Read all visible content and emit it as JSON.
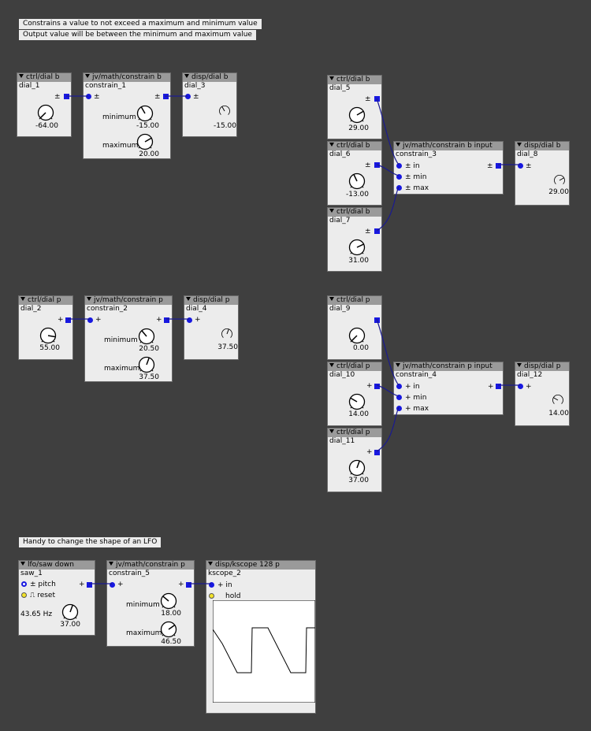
{
  "comments": {
    "top_line1": "Constrains a value to not exceed a maximum and minimum value",
    "top_line2": "Output value will be between the minimum and maximum value",
    "lfo": "Handy to change the shape of an LFO"
  },
  "objects": {
    "dial_1": {
      "type": "ctrl/dial b",
      "name": "dial_1",
      "value": "-64.00"
    },
    "constrain_1": {
      "type": "jv/math/constrain b",
      "name": "constrain_1",
      "minimum": "-15.00",
      "maximum": "20.00"
    },
    "dial_3": {
      "type": "disp/dial b",
      "name": "dial_3",
      "value": "-15.00"
    },
    "dial_5": {
      "type": "ctrl/dial b",
      "name": "dial_5",
      "value": "29.00"
    },
    "dial_6": {
      "type": "ctrl/dial b",
      "name": "dial_6",
      "value": "-13.00"
    },
    "dial_7": {
      "type": "ctrl/dial b",
      "name": "dial_7",
      "value": "31.00"
    },
    "constrain_3": {
      "type": "jv/math/constrain b input",
      "name": "constrain_3"
    },
    "dial_8": {
      "type": "disp/dial b",
      "name": "dial_8",
      "value": "29.00"
    },
    "dial_2": {
      "type": "ctrl/dial p",
      "name": "dial_2",
      "value": "55.00"
    },
    "constrain_2": {
      "type": "jv/math/constrain p",
      "name": "constrain_2",
      "minimum": "20.50",
      "maximum": "37.50"
    },
    "dial_4": {
      "type": "disp/dial p",
      "name": "dial_4",
      "value": "37.50"
    },
    "dial_9": {
      "type": "ctrl/dial p",
      "name": "dial_9",
      "value": "0.00"
    },
    "dial_10": {
      "type": "ctrl/dial p",
      "name": "dial_10",
      "value": "14.00"
    },
    "dial_11": {
      "type": "ctrl/dial p",
      "name": "dial_11",
      "value": "37.00"
    },
    "constrain_4": {
      "type": "jv/math/constrain p input",
      "name": "constrain_4"
    },
    "dial_12": {
      "type": "disp/dial p",
      "name": "dial_12",
      "value": "14.00"
    },
    "saw_1": {
      "type": "lfo/saw down",
      "name": "saw_1",
      "pitch": "pitch",
      "reset": "reset",
      "freq": "43.65 Hz",
      "value": "37.00"
    },
    "constrain_5": {
      "type": "jv/math/constrain p",
      "name": "constrain_5",
      "minimum": "18.00",
      "maximum": "46.50"
    },
    "kscope_2": {
      "type": "disp/kscope 128 p",
      "name": "kscope_2",
      "in": "in",
      "hold": "hold"
    }
  },
  "labels": {
    "pm": "±",
    "plus": "+",
    "minimum": "minimum",
    "maximum": "maximum",
    "in": "in",
    "min": "min",
    "max": "max"
  },
  "colors": {
    "background": "#3f3f3f",
    "object": "#ececec",
    "header": "#9a9a9a",
    "port": "#1818e0",
    "wire": "#1a1a90",
    "hold": "#f2e22a"
  }
}
